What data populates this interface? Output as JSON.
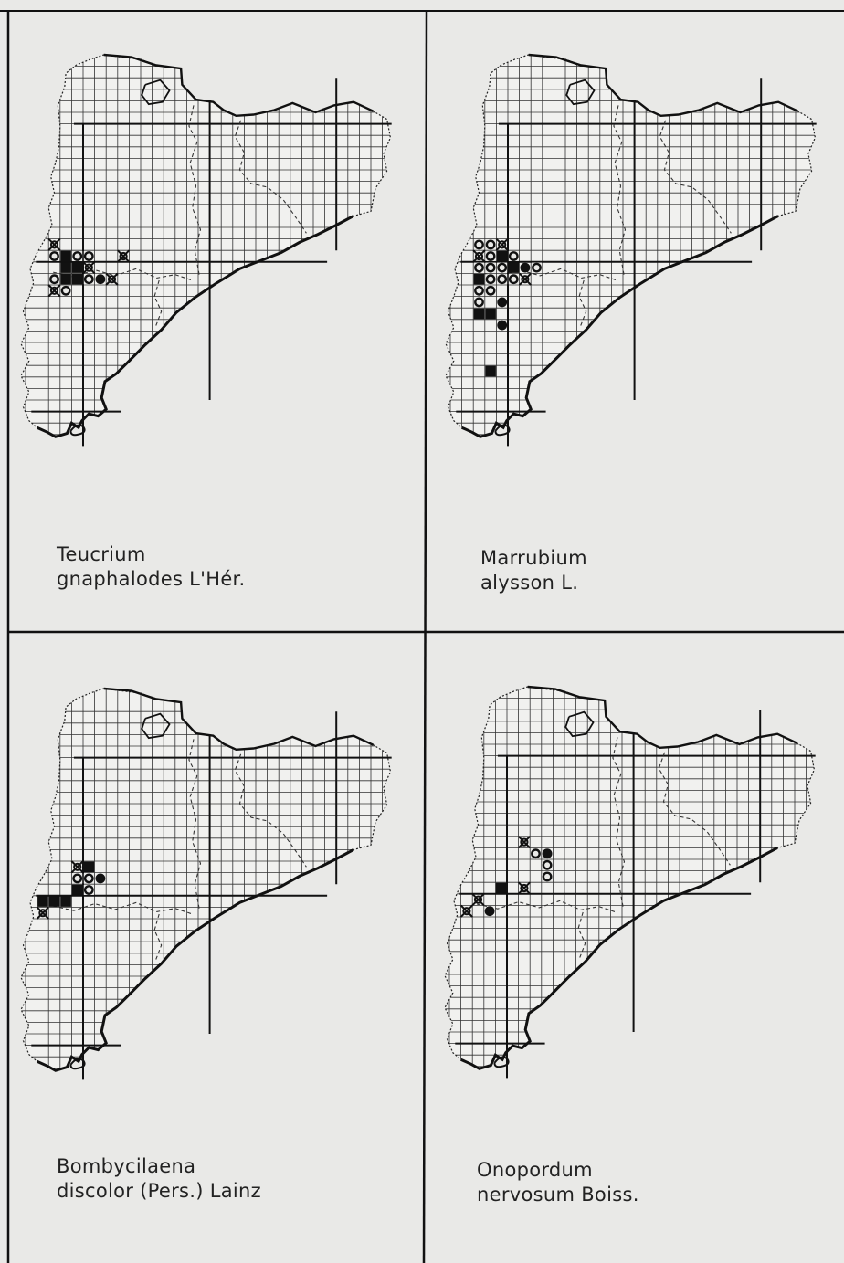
{
  "plate": {
    "background": "#e9e9e7",
    "ink": "#111111"
  },
  "panels": [
    {
      "id": "teucrium",
      "caption": {
        "line1": "Teucrium",
        "line2": "gnaphalodes L'Hér."
      },
      "records": [
        {
          "col": 2,
          "row": 16,
          "type": "cross"
        },
        {
          "col": 2,
          "row": 17,
          "type": "circle"
        },
        {
          "col": 3,
          "row": 17,
          "type": "square"
        },
        {
          "col": 4,
          "row": 17,
          "type": "circle"
        },
        {
          "col": 5,
          "row": 17,
          "type": "circle"
        },
        {
          "col": 8,
          "row": 17,
          "type": "cross"
        },
        {
          "col": 3,
          "row": 18,
          "type": "square"
        },
        {
          "col": 4,
          "row": 18,
          "type": "square"
        },
        {
          "col": 5,
          "row": 18,
          "type": "cross"
        },
        {
          "col": 2,
          "row": 19,
          "type": "circle"
        },
        {
          "col": 3,
          "row": 19,
          "type": "square"
        },
        {
          "col": 4,
          "row": 19,
          "type": "square"
        },
        {
          "col": 5,
          "row": 19,
          "type": "circle"
        },
        {
          "col": 6,
          "row": 19,
          "type": "dot"
        },
        {
          "col": 7,
          "row": 19,
          "type": "cross"
        },
        {
          "col": 2,
          "row": 20,
          "type": "cross"
        },
        {
          "col": 3,
          "row": 20,
          "type": "circle"
        }
      ]
    },
    {
      "id": "marrubium",
      "caption": {
        "line1": "Marrubium",
        "line2": "alysson L."
      },
      "records": [
        {
          "col": 2,
          "row": 16,
          "type": "circle"
        },
        {
          "col": 3,
          "row": 16,
          "type": "circle"
        },
        {
          "col": 4,
          "row": 16,
          "type": "cross"
        },
        {
          "col": 2,
          "row": 17,
          "type": "cross"
        },
        {
          "col": 3,
          "row": 17,
          "type": "circle"
        },
        {
          "col": 4,
          "row": 17,
          "type": "square"
        },
        {
          "col": 5,
          "row": 17,
          "type": "circle"
        },
        {
          "col": 2,
          "row": 18,
          "type": "circle"
        },
        {
          "col": 3,
          "row": 18,
          "type": "circle"
        },
        {
          "col": 4,
          "row": 18,
          "type": "circle"
        },
        {
          "col": 5,
          "row": 18,
          "type": "square"
        },
        {
          "col": 6,
          "row": 18,
          "type": "dot"
        },
        {
          "col": 7,
          "row": 18,
          "type": "circle"
        },
        {
          "col": 2,
          "row": 19,
          "type": "square"
        },
        {
          "col": 3,
          "row": 19,
          "type": "circle"
        },
        {
          "col": 4,
          "row": 19,
          "type": "circle"
        },
        {
          "col": 5,
          "row": 19,
          "type": "circle"
        },
        {
          "col": 6,
          "row": 19,
          "type": "cross"
        },
        {
          "col": 2,
          "row": 20,
          "type": "circle"
        },
        {
          "col": 3,
          "row": 20,
          "type": "circle"
        },
        {
          "col": 2,
          "row": 21,
          "type": "circle"
        },
        {
          "col": 4,
          "row": 21,
          "type": "dot"
        },
        {
          "col": 2,
          "row": 22,
          "type": "square"
        },
        {
          "col": 3,
          "row": 22,
          "type": "square"
        },
        {
          "col": 4,
          "row": 23,
          "type": "dot"
        },
        {
          "col": 3,
          "row": 27,
          "type": "square"
        }
      ]
    },
    {
      "id": "bombycilaena",
      "caption": {
        "line1": "Bombycilaena",
        "line2": "discolor (Pers.) Lainz"
      },
      "records": [
        {
          "col": 4,
          "row": 15,
          "type": "cross"
        },
        {
          "col": 5,
          "row": 15,
          "type": "square"
        },
        {
          "col": 4,
          "row": 16,
          "type": "circle"
        },
        {
          "col": 5,
          "row": 16,
          "type": "circle"
        },
        {
          "col": 6,
          "row": 16,
          "type": "dot"
        },
        {
          "col": 4,
          "row": 17,
          "type": "square"
        },
        {
          "col": 5,
          "row": 17,
          "type": "circle"
        },
        {
          "col": 1,
          "row": 18,
          "type": "square"
        },
        {
          "col": 2,
          "row": 18,
          "type": "square"
        },
        {
          "col": 3,
          "row": 18,
          "type": "square"
        },
        {
          "col": 1,
          "row": 19,
          "type": "cross"
        }
      ]
    },
    {
      "id": "onopordum",
      "caption": {
        "line1": "Onopordum",
        "line2": "nervosum Boiss."
      },
      "records": [
        {
          "col": 6,
          "row": 13,
          "type": "cross"
        },
        {
          "col": 7,
          "row": 14,
          "type": "circle"
        },
        {
          "col": 8,
          "row": 14,
          "type": "dot"
        },
        {
          "col": 8,
          "row": 15,
          "type": "circle"
        },
        {
          "col": 8,
          "row": 16,
          "type": "circle"
        },
        {
          "col": 4,
          "row": 17,
          "type": "square"
        },
        {
          "col": 6,
          "row": 17,
          "type": "cross"
        },
        {
          "col": 2,
          "row": 18,
          "type": "cross"
        },
        {
          "col": 1,
          "row": 19,
          "type": "cross"
        },
        {
          "col": 3,
          "row": 19,
          "type": "dot"
        }
      ]
    }
  ]
}
